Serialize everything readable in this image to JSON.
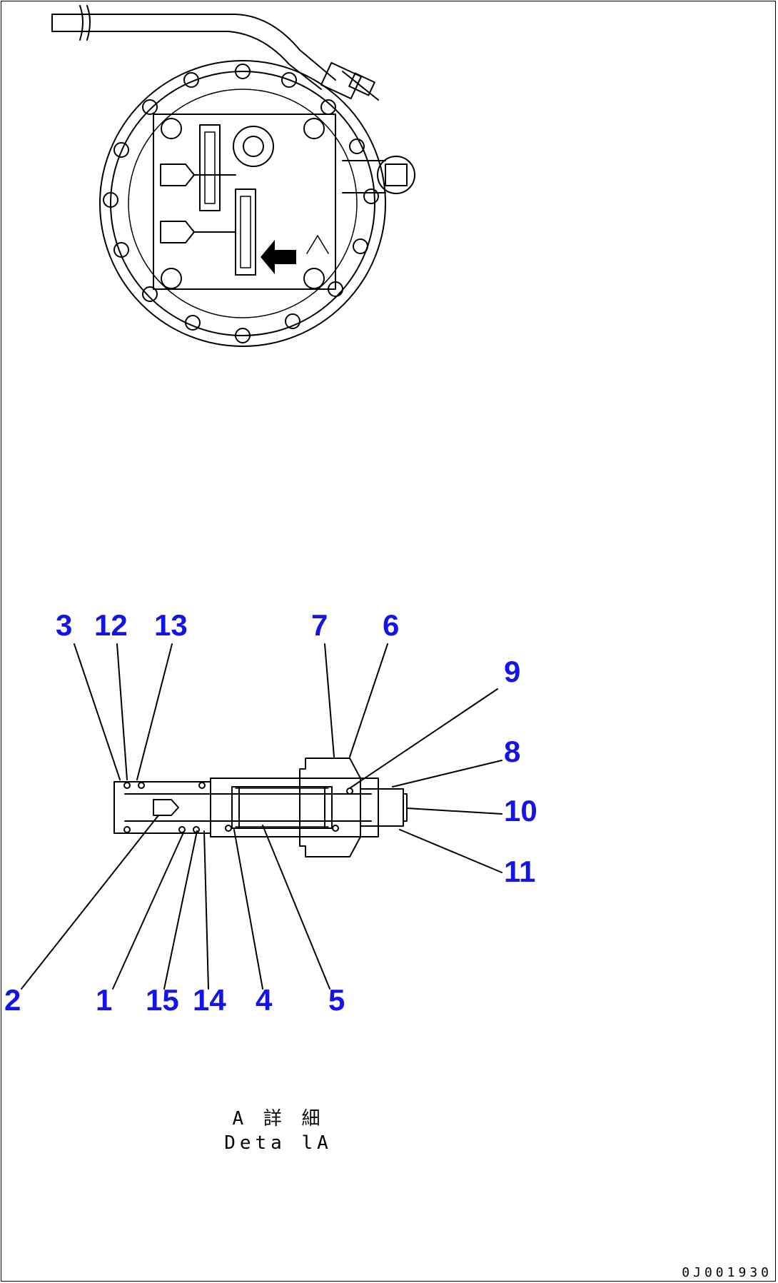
{
  "callouts": {
    "c1": "1",
    "c2": "2",
    "c3": "3",
    "c4": "4",
    "c5": "5",
    "c6": "6",
    "c7": "7",
    "c8": "8",
    "c9": "9",
    "c10": "10",
    "c11": "11",
    "c12": "12",
    "c13": "13",
    "c14": "14",
    "c15": "15"
  },
  "caption": {
    "line1": "A 詳 細",
    "line2": "Deta lA"
  },
  "drawing_code": "0J001930",
  "colors": {
    "callout": "#1414e6",
    "line": "#000000"
  }
}
